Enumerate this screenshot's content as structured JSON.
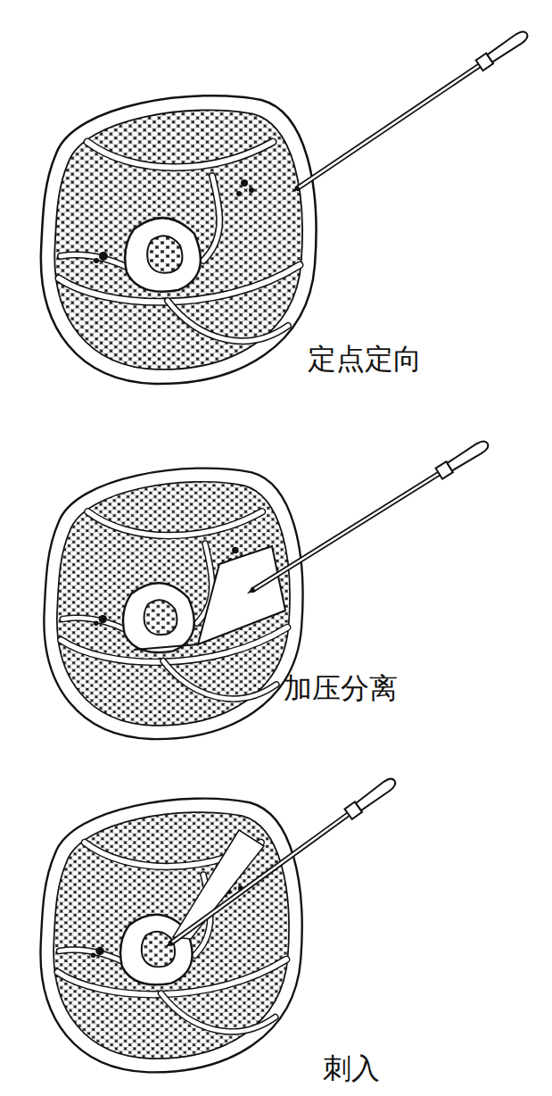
{
  "diagram": {
    "labels": [
      "定点定向",
      "加压分离",
      "刺入"
    ]
  }
}
